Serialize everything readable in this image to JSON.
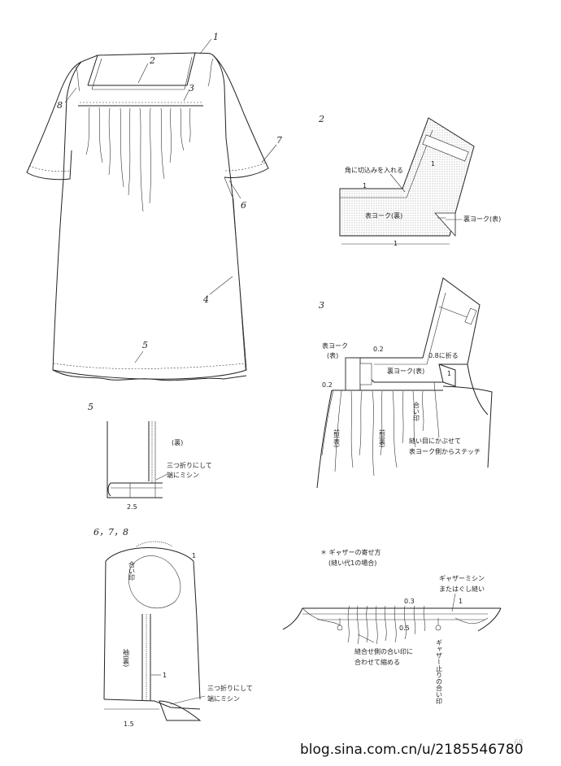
{
  "main_dress": {
    "callouts": [
      "1",
      "2",
      "3",
      "4",
      "5",
      "6",
      "7",
      "8"
    ]
  },
  "step2": {
    "number": "2",
    "note_clip": "角に切込みを入れる",
    "label_outer_yoke": "表ヨーク(裏)",
    "label_inner_yoke": "裏ヨーク(表)",
    "dim_a": "1",
    "dim_b": "1",
    "dim_c": "1"
  },
  "step3": {
    "number": "3",
    "label_outer_yoke": "表ヨーク\n(表)",
    "label_outer_yoke_l1": "表ヨーク",
    "label_outer_yoke_l2": "(表)",
    "label_inner_yoke": "裏ヨーク(表)",
    "dim_top": "0.2",
    "dim_left": "0.2",
    "fold_note": "0.8に折る",
    "match_mark": "合い印",
    "front_a": "前(表)",
    "front_b": "前(裏)",
    "stitch_note_l1": "縫い目にかぶせて",
    "stitch_note_l2": "表ヨーク側からステッチ",
    "dim_one": "1"
  },
  "step5": {
    "number": "5",
    "label_wrong": "(裏)",
    "hem_note_l1": "三つ折りにして",
    "hem_note_l2": "端にミシン",
    "dim": "2.5"
  },
  "step678": {
    "number": "6，7，8",
    "match_mark": "合い印",
    "dim_top": "1",
    "sleeve_label": "袖(裏)",
    "dim_side": "1",
    "hem_note_l1": "三つ折りにして",
    "hem_note_l2": "端にミシン",
    "dim_hem": "1.5"
  },
  "gather": {
    "title": "＊ ギャザーの寄せ方",
    "subtitle": "(縫い代1の場合)",
    "machine_note_l1": "ギャザーミシン",
    "machine_note_l2": "またはぐし縫い",
    "dim_a": "0.3",
    "dim_b": "1",
    "dim_c": "0.5",
    "match_note_l1": "縫合せ側の合い印に",
    "match_note_l2": "合わせて縮める",
    "stop_note": "ギャザー止りの合い印"
  },
  "watermark": "blog.sina.com.cn/u/2185546780",
  "page_number": "69"
}
